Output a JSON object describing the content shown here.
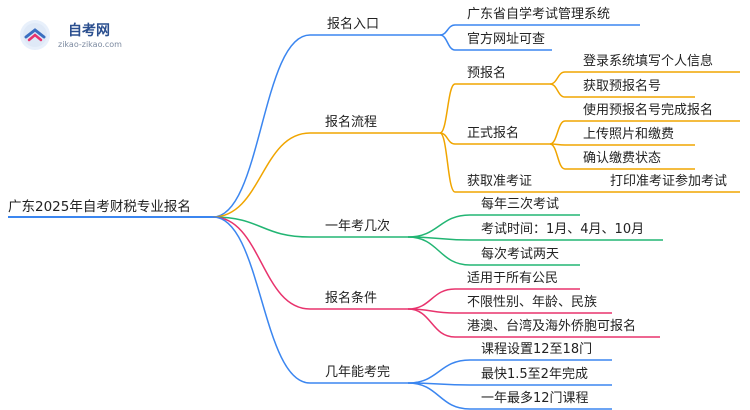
{
  "logo": {
    "title": "自考网",
    "subtitle": "zikao-zikao.com"
  },
  "root": "广东2025年自考财税专业报名",
  "colors": {
    "blue": "#3b86f0",
    "orange": "#f0a500",
    "green": "#22b573",
    "pink": "#e8336d"
  },
  "branches": [
    {
      "label": "报名入口",
      "color": "blue",
      "children": [
        {
          "label": "广东省自学考试管理系统"
        },
        {
          "label": "官方网址可查"
        }
      ]
    },
    {
      "label": "报名流程",
      "color": "orange",
      "children": [
        {
          "label": "预报名",
          "children": [
            {
              "label": "登录系统填写个人信息"
            },
            {
              "label": "获取预报名号"
            }
          ]
        },
        {
          "label": "正式报名",
          "children": [
            {
              "label": "使用预报名号完成报名"
            },
            {
              "label": "上传照片和缴费"
            },
            {
              "label": "确认缴费状态"
            }
          ]
        },
        {
          "label": "获取准考证",
          "children": [
            {
              "label": "打印准考证参加考试"
            }
          ]
        }
      ]
    },
    {
      "label": "一年考几次",
      "color": "green",
      "children": [
        {
          "label": "每年三次考试"
        },
        {
          "label": "考试时间：1月、4月、10月"
        },
        {
          "label": "每次考试两天"
        }
      ]
    },
    {
      "label": "报名条件",
      "color": "pink",
      "children": [
        {
          "label": "适用于所有公民"
        },
        {
          "label": "不限性别、年龄、民族"
        },
        {
          "label": "港澳、台湾及海外侨胞可报名"
        }
      ]
    },
    {
      "label": "几年能考完",
      "color": "blue",
      "children": [
        {
          "label": "课程设置12至18门"
        },
        {
          "label": "最快1.5至2年完成"
        },
        {
          "label": "一年最多12门课程"
        }
      ]
    }
  ]
}
